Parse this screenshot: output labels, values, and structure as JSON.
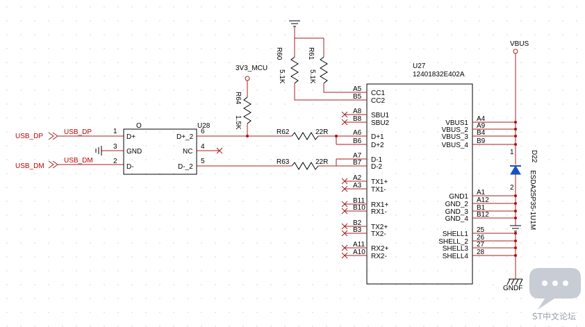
{
  "nets": {
    "usb_dp_port": "USB_DP",
    "usb_dm_port": "USB_DM",
    "usb_dp_wire": "USB_DP",
    "usb_dm_wire": "USB_DM",
    "v3v3_mcu": "3V3_MCU",
    "vbus": "VBUS",
    "gndf": "GNDF"
  },
  "u28": {
    "ref": "U28",
    "top_label": "O",
    "left_pins": [
      {
        "num": "1",
        "name": "D+"
      },
      {
        "num": "3",
        "name": "GND"
      },
      {
        "num": "2",
        "name": "D-"
      }
    ],
    "right_pins": [
      {
        "num": "6",
        "name": "D+_2"
      },
      {
        "num": "4",
        "name": "NC"
      },
      {
        "num": "5",
        "name": "D-_2"
      }
    ]
  },
  "resistors": {
    "r64": {
      "ref": "R64",
      "value": "1.5K"
    },
    "r60": {
      "ref": "R60",
      "value": "5.1K"
    },
    "r61": {
      "ref": "R61",
      "value": "5.1K"
    },
    "r62": {
      "ref": "R62",
      "value": "22R"
    },
    "r63": {
      "ref": "R63",
      "value": "22R"
    }
  },
  "u27": {
    "ref": "U27",
    "part": "12401832E402A",
    "left_pins": [
      {
        "num": "A5",
        "name": "CC1"
      },
      {
        "num": "B5",
        "name": "CC2"
      },
      {
        "num": "A8",
        "name": "SBU1"
      },
      {
        "num": "B8",
        "name": "SBU2"
      },
      {
        "num": "A6",
        "name": "D+1"
      },
      {
        "num": "B6",
        "name": "D+2"
      },
      {
        "num": "A7",
        "name": "D-1"
      },
      {
        "num": "B7",
        "name": "D-2"
      },
      {
        "num": "A2",
        "name": "TX1+"
      },
      {
        "num": "A3",
        "name": "TX1-"
      },
      {
        "num": "B11",
        "name": "RX1+"
      },
      {
        "num": "B10",
        "name": "RX1-"
      },
      {
        "num": "B2",
        "name": "TX2+"
      },
      {
        "num": "B3",
        "name": "TX2-"
      },
      {
        "num": "A11",
        "name": "RX2+"
      },
      {
        "num": "A10",
        "name": "RX2-"
      }
    ],
    "right_pins": [
      {
        "num": "A4",
        "name": "VBUS1"
      },
      {
        "num": "A9",
        "name": "VBUS_2"
      },
      {
        "num": "B4",
        "name": "VBUS_3"
      },
      {
        "num": "B9",
        "name": "VBUS_4"
      },
      {
        "num": "A1",
        "name": "GND1"
      },
      {
        "num": "A12",
        "name": "GND_2"
      },
      {
        "num": "B1",
        "name": "GND_3"
      },
      {
        "num": "B12",
        "name": "GND_4"
      },
      {
        "num": "25",
        "name": "SHELL1"
      },
      {
        "num": "26",
        "name": "SHELL_2"
      },
      {
        "num": "27",
        "name": "SHELL3"
      },
      {
        "num": "28",
        "name": "SHELL4"
      }
    ]
  },
  "d22": {
    "ref": "D22",
    "part": "ESDA25P35-1U1M",
    "pin_top": "1",
    "pin_bottom": "2"
  },
  "watermark": "ST中文论坛"
}
